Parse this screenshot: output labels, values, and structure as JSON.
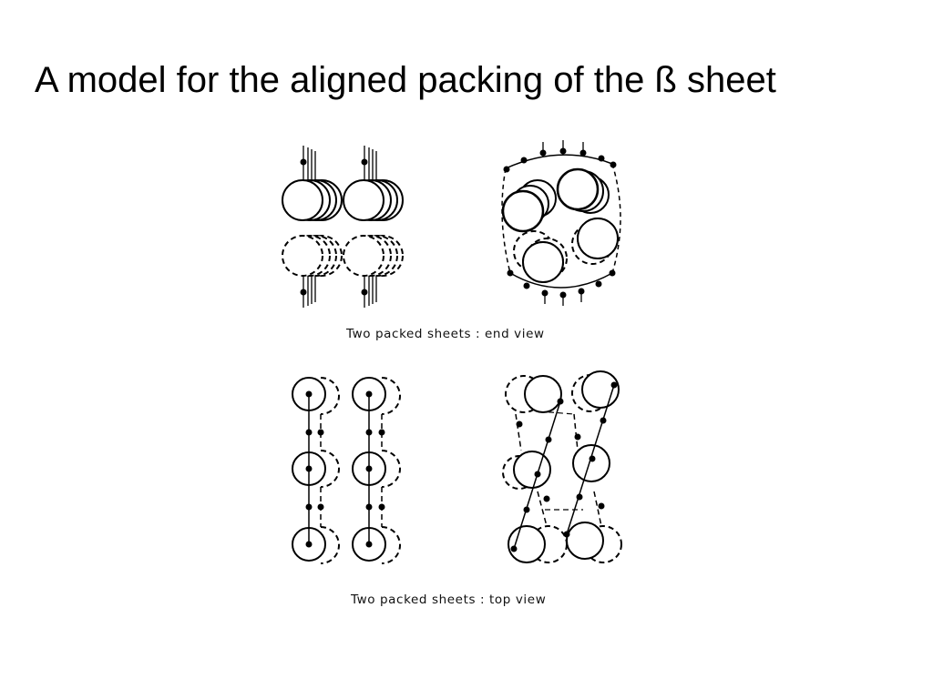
{
  "slide": {
    "title": "A model for the aligned packing of the ß sheet"
  },
  "figure": {
    "caption_end_view": "Two  packed  sheets :  end  view",
    "caption_top_view": "Two  packed  sheets :  top  view"
  },
  "colors": {
    "background": "#ffffff",
    "ink": "#000000"
  }
}
